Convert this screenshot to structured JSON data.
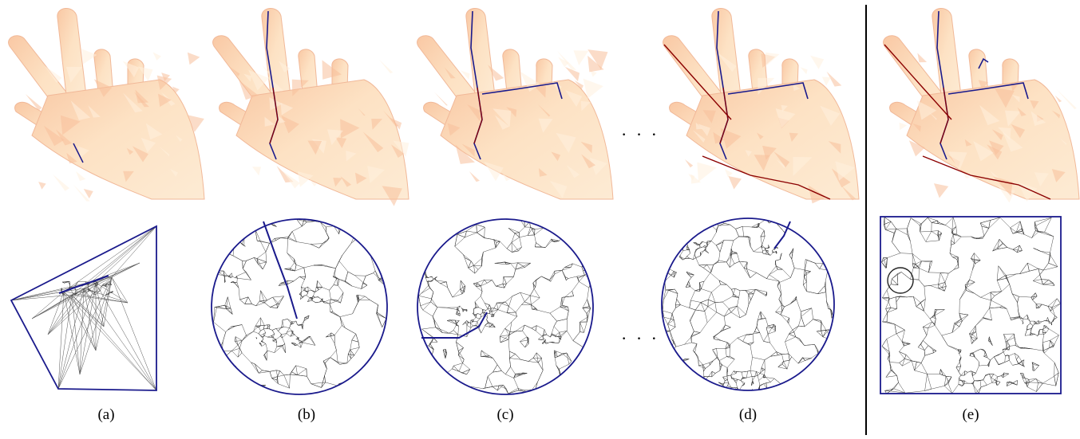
{
  "figure": {
    "captions": [
      "(a)",
      "(b)",
      "(c)",
      "(d)",
      "(e)"
    ],
    "ellipsis": "· · ·",
    "colors": {
      "skin_light": "#fde8cc",
      "skin_mid": "#f6c4a0",
      "skin_dark": "#e9967a",
      "cut_path": "#1a1a8c",
      "cut_path_red": "#8b0000",
      "mesh_line": "#333333",
      "boundary": "#1a1a8c"
    },
    "panels": [
      {
        "id": "a",
        "boundary": "quadrilateral"
      },
      {
        "id": "b",
        "boundary": "circle"
      },
      {
        "id": "c",
        "boundary": "circle"
      },
      {
        "id": "d",
        "boundary": "circle"
      },
      {
        "id": "e",
        "boundary": "square"
      }
    ]
  }
}
